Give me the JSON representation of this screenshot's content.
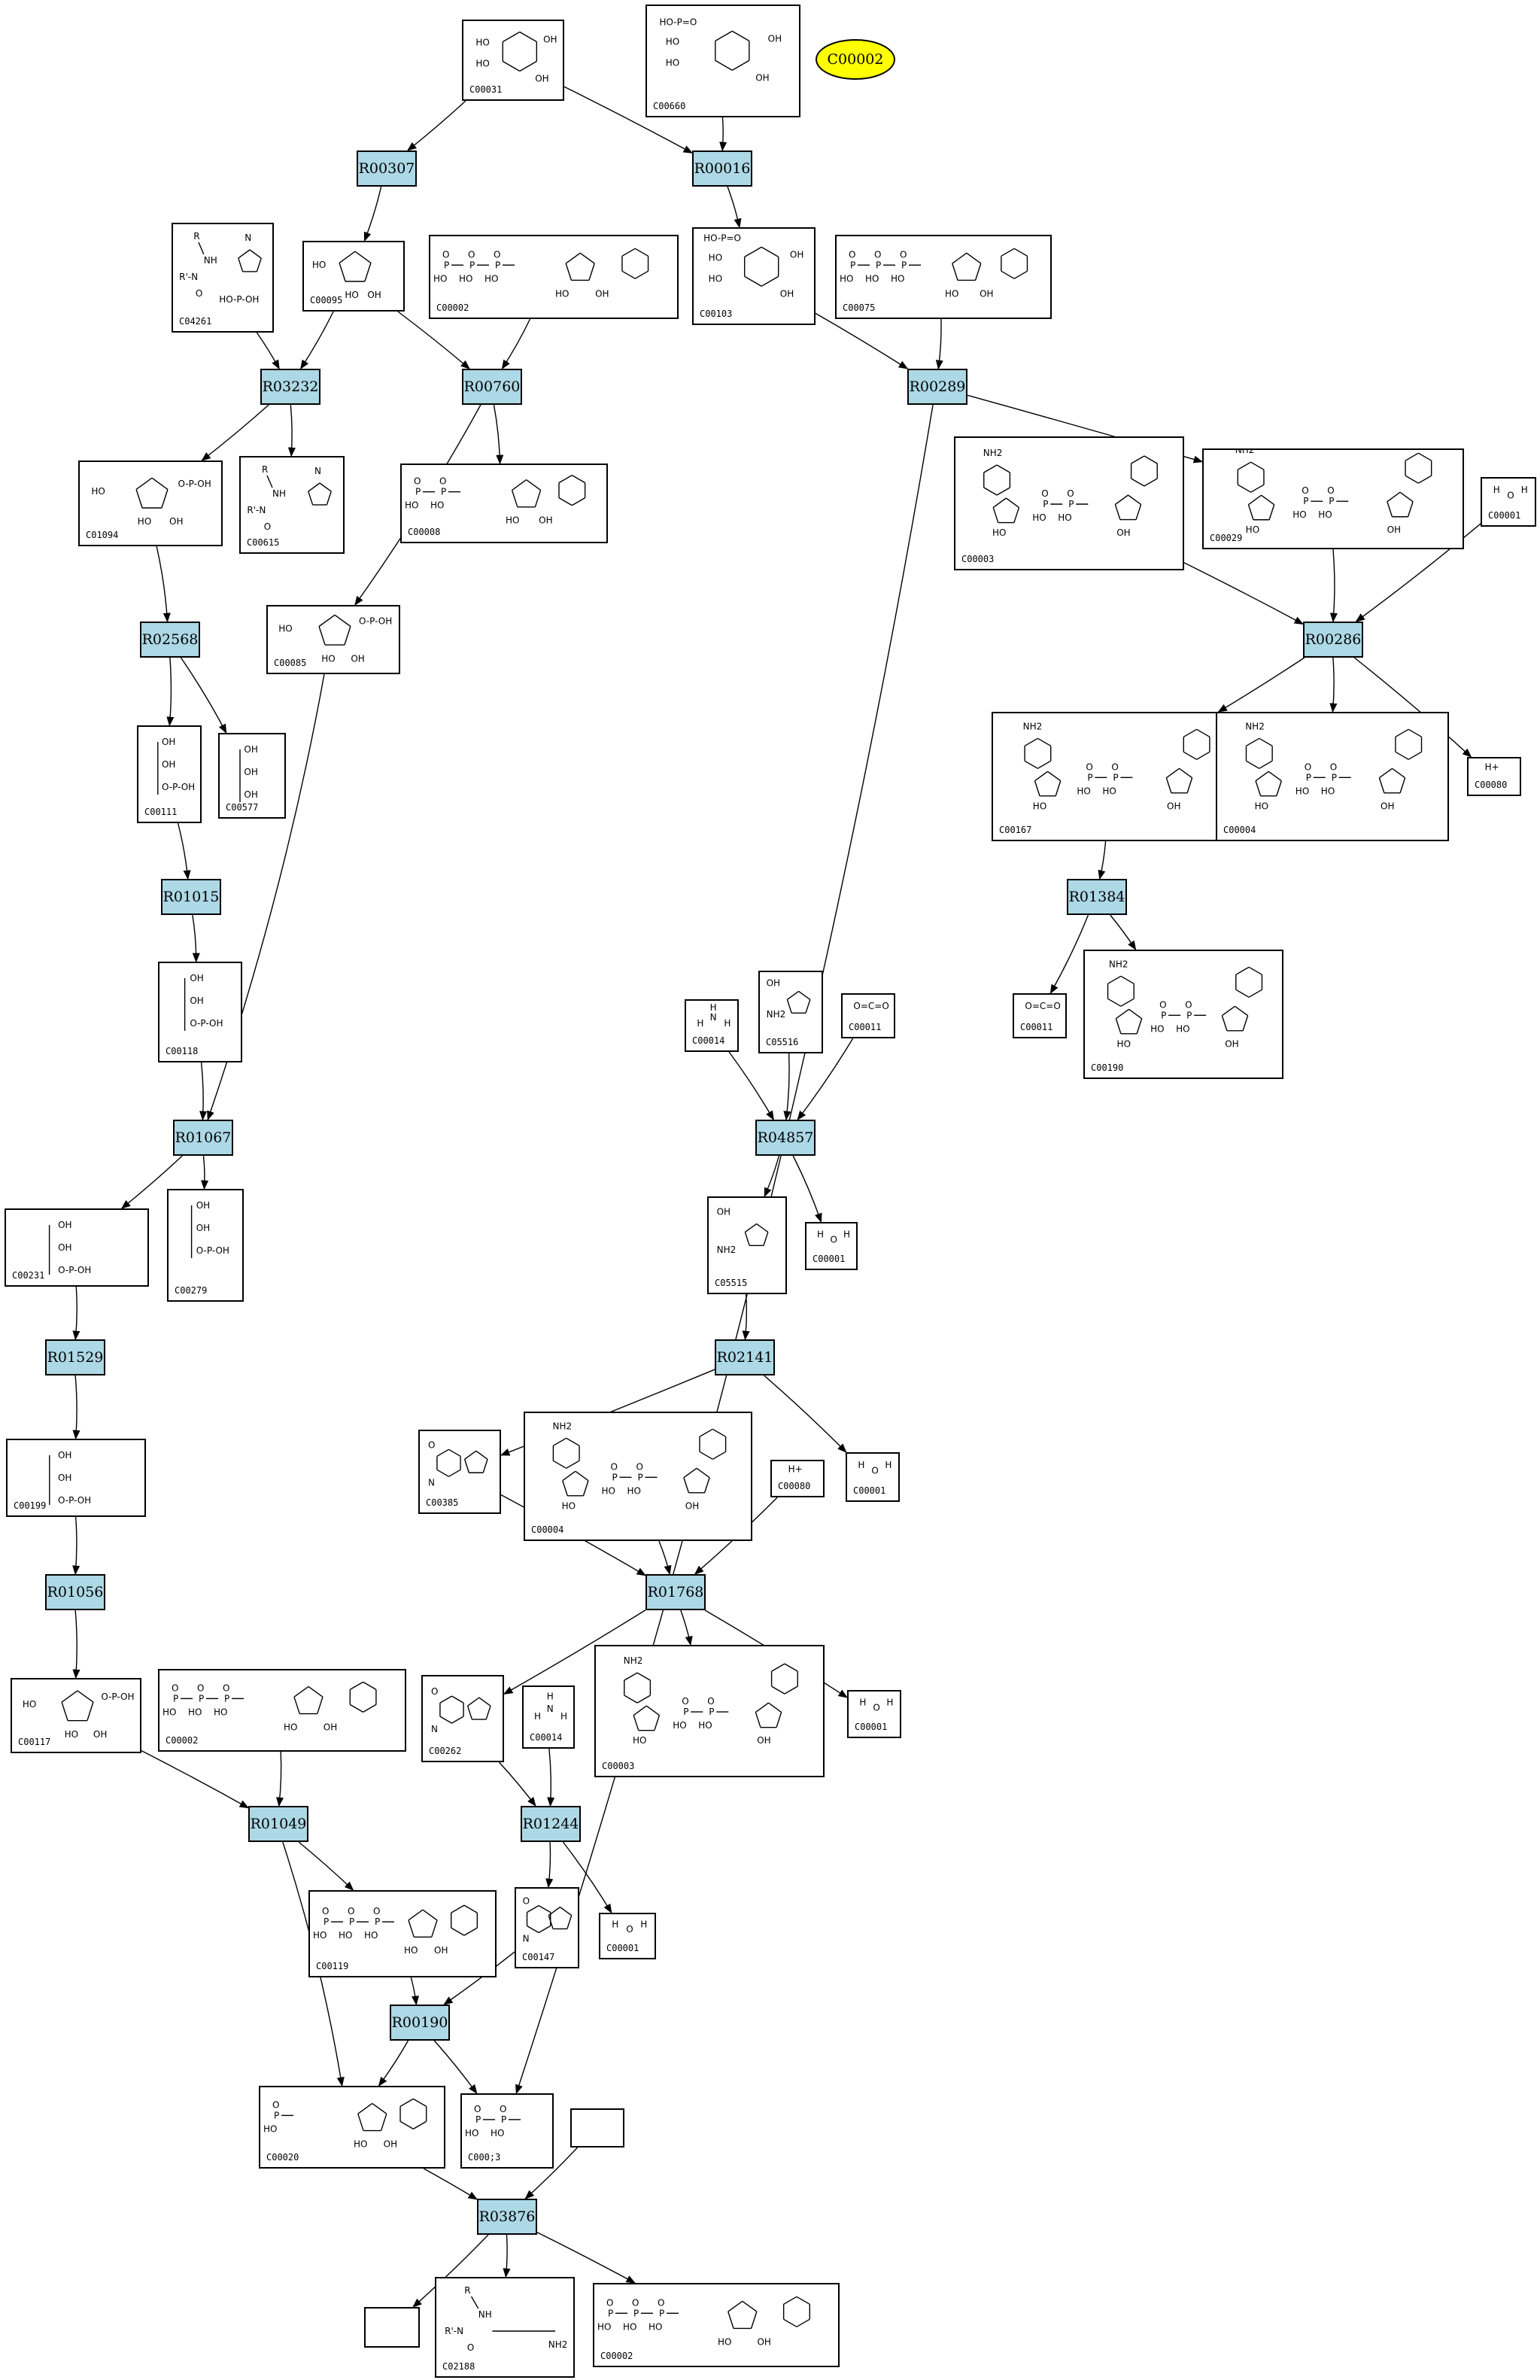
{
  "target_node": {
    "label": "C00002",
    "fill": "#ffff00"
  },
  "reaction_fill": "#add8e6",
  "reactions": [
    {
      "id": "R00307",
      "label": "R00307"
    },
    {
      "id": "R00016",
      "label": "R00016"
    },
    {
      "id": "R03232",
      "label": "R03232"
    },
    {
      "id": "R00760",
      "label": "R00760"
    },
    {
      "id": "R00289",
      "label": "R00289"
    },
    {
      "id": "R02568",
      "label": "R02568"
    },
    {
      "id": "R00286",
      "label": "R00286"
    },
    {
      "id": "R01015",
      "label": "R01015"
    },
    {
      "id": "R01384",
      "label": "R01384"
    },
    {
      "id": "R01067",
      "label": "R01067"
    },
    {
      "id": "R04857",
      "label": "R04857"
    },
    {
      "id": "R01529",
      "label": "R01529"
    },
    {
      "id": "R02141",
      "label": "R02141"
    },
    {
      "id": "R01768",
      "label": "R01768"
    },
    {
      "id": "R01056",
      "label": "R01056"
    },
    {
      "id": "R01049",
      "label": "R01049"
    },
    {
      "id": "R01244",
      "label": "R01244"
    },
    {
      "id": "R00190",
      "label": "R00190"
    },
    {
      "id": "R03876",
      "label": "R03876"
    }
  ],
  "compounds": [
    {
      "id": "n-c00031",
      "label": "C00031",
      "mol": "hexose"
    },
    {
      "id": "n-c00660",
      "label": "C00660",
      "mol": "hexose-p"
    },
    {
      "id": "n-c04261",
      "label": "C04261",
      "mol": "histidine-p"
    },
    {
      "id": "n-c00095",
      "label": "C00095",
      "mol": "furanose"
    },
    {
      "id": "n-c00002a",
      "label": "C00002",
      "mol": "atp"
    },
    {
      "id": "n-c00103",
      "label": "C00103",
      "mol": "hexose-p"
    },
    {
      "id": "n-c00075",
      "label": "C00075",
      "mol": "utp"
    },
    {
      "id": "n-c01094",
      "label": "C01094",
      "mol": "furanose-p"
    },
    {
      "id": "n-c00615",
      "label": "C00615",
      "mol": "histidine"
    },
    {
      "id": "n-c00008",
      "label": "C00008",
      "mol": "adp"
    },
    {
      "id": "n-c00003a",
      "label": "C00003",
      "mol": "nad"
    },
    {
      "id": "n-c00029",
      "label": "C00029",
      "mol": "udpglc"
    },
    {
      "id": "n-c00001a",
      "label": "C00001",
      "mol": "water"
    },
    {
      "id": "n-c00085",
      "label": "C00085",
      "mol": "furanose-p"
    },
    {
      "id": "n-c00111",
      "label": "C00111",
      "mol": "triose-p"
    },
    {
      "id": "n-c00577",
      "label": "C00577",
      "mol": "triose"
    },
    {
      "id": "n-c00167",
      "label": "C00167",
      "mol": "udpglcA"
    },
    {
      "id": "n-c00004a",
      "label": "C00004",
      "mol": "nadh"
    },
    {
      "id": "n-c00080a",
      "label": "C00080",
      "mol": "hplus"
    },
    {
      "id": "n-c00118",
      "label": "C00118",
      "mol": "triose-p"
    },
    {
      "id": "n-c00014a",
      "label": "C00014",
      "mol": "ammonia"
    },
    {
      "id": "n-c05516",
      "label": "C05516",
      "mol": "imidazole"
    },
    {
      "id": "n-c00011a",
      "label": "C00011",
      "mol": "co2"
    },
    {
      "id": "n-c00011b",
      "label": "C00011",
      "mol": "co2"
    },
    {
      "id": "n-c00190",
      "label": "C00190",
      "mol": "udpxyl"
    },
    {
      "id": "n-c00231",
      "label": "C00231",
      "mol": "pentulose-p"
    },
    {
      "id": "n-c00279",
      "label": "C00279",
      "mol": "tetrose-p"
    },
    {
      "id": "n-c05515",
      "label": "C05515",
      "mol": "imidazole"
    },
    {
      "id": "n-c00001b",
      "label": "C00001",
      "mol": "water"
    },
    {
      "id": "n-c00199",
      "label": "C00199",
      "mol": "pentulose-p"
    },
    {
      "id": "n-c00385",
      "label": "C00385",
      "mol": "purine"
    },
    {
      "id": "n-c00004b",
      "label": "C00004",
      "mol": "nadh"
    },
    {
      "id": "n-c00080b",
      "label": "C00080",
      "mol": "hplus"
    },
    {
      "id": "n-c00001c",
      "label": "C00001",
      "mol": "water"
    },
    {
      "id": "n-c00117",
      "label": "C00117",
      "mol": "furanose-p"
    },
    {
      "id": "n-c00002b",
      "label": "C00002",
      "mol": "atp"
    },
    {
      "id": "n-c00262",
      "label": "C00262",
      "mol": "purine"
    },
    {
      "id": "n-c00014b",
      "label": "C00014",
      "mol": "ammonia"
    },
    {
      "id": "n-c00003b",
      "label": "C00003",
      "mol": "nad"
    },
    {
      "id": "n-c00001d",
      "label": "C00001",
      "mol": "water"
    },
    {
      "id": "n-c00119",
      "label": "C00119",
      "mol": "prpp"
    },
    {
      "id": "n-c00147",
      "label": "C00147",
      "mol": "purine"
    },
    {
      "id": "n-c00001e",
      "label": "C00001",
      "mol": "water"
    },
    {
      "id": "n-c00020",
      "label": "C00020",
      "mol": "amp"
    },
    {
      "id": "n-c00013",
      "label": "C000;3",
      "mol": "ppi"
    },
    {
      "id": "n-empty1",
      "label": "",
      "mol": "none"
    },
    {
      "id": "n-empty2",
      "label": "",
      "mol": "none"
    },
    {
      "id": "n-c02188",
      "label": "C02188",
      "mol": "lysine"
    },
    {
      "id": "n-c00002c",
      "label": "C00002",
      "mol": "atp"
    }
  ],
  "edges": [
    [
      "n-c00031",
      "R00307"
    ],
    [
      "n-c00031",
      "R00016"
    ],
    [
      "n-c00660",
      "R00016"
    ],
    [
      "R00307",
      "n-c00095"
    ],
    [
      "R00016",
      "n-c00103"
    ],
    [
      "n-c04261",
      "R03232"
    ],
    [
      "n-c00095",
      "R03232"
    ],
    [
      "n-c00095",
      "R00760"
    ],
    [
      "n-c00002a",
      "R00760"
    ],
    [
      "n-c00103",
      "R00289"
    ],
    [
      "n-c00075",
      "R00289"
    ],
    [
      "R03232",
      "n-c01094"
    ],
    [
      "R03232",
      "n-c00615"
    ],
    [
      "R00760",
      "n-c00008"
    ],
    [
      "R00760",
      "n-c00085"
    ],
    [
      "R00289",
      "n-c00029"
    ],
    [
      "R00289",
      "n-c00013"
    ],
    [
      "n-c01094",
      "R02568"
    ],
    [
      "n-c00003a",
      "R00286"
    ],
    [
      "n-c00029",
      "R00286"
    ],
    [
      "n-c00001a",
      "R00286"
    ],
    [
      "R02568",
      "n-c00111"
    ],
    [
      "R02568",
      "n-c00577"
    ],
    [
      "R00286",
      "n-c00167"
    ],
    [
      "R00286",
      "n-c00004a"
    ],
    [
      "R00286",
      "n-c00080a"
    ],
    [
      "n-c00111",
      "R01015"
    ],
    [
      "R01015",
      "n-c00118"
    ],
    [
      "n-c00167",
      "R01384"
    ],
    [
      "R01384",
      "n-c00011b"
    ],
    [
      "R01384",
      "n-c00190"
    ],
    [
      "n-c00118",
      "R01067"
    ],
    [
      "n-c00085",
      "R01067"
    ],
    [
      "n-c00014a",
      "R04857"
    ],
    [
      "n-c05516",
      "R04857"
    ],
    [
      "n-c00011a",
      "R04857"
    ],
    [
      "R01067",
      "n-c00231"
    ],
    [
      "R01067",
      "n-c00279"
    ],
    [
      "R04857",
      "n-c05515"
    ],
    [
      "R04857",
      "n-c00001b"
    ],
    [
      "n-c00231",
      "R01529"
    ],
    [
      "n-c05515",
      "R02141"
    ],
    [
      "R01529",
      "n-c00199"
    ],
    [
      "R02141",
      "n-c00385"
    ],
    [
      "R02141",
      "n-c00001c"
    ],
    [
      "n-c00385",
      "R01768"
    ],
    [
      "n-c00004b",
      "R01768"
    ],
    [
      "n-c00080b",
      "R01768"
    ],
    [
      "n-c00199",
      "R01056"
    ],
    [
      "R01768",
      "n-c00262"
    ],
    [
      "R01768",
      "n-c00003b"
    ],
    [
      "R01768",
      "n-c00001d"
    ],
    [
      "R01056",
      "n-c00117"
    ],
    [
      "n-c00117",
      "R01049"
    ],
    [
      "n-c00002b",
      "R01049"
    ],
    [
      "n-c00262",
      "R01244"
    ],
    [
      "n-c00014b",
      "R01244"
    ],
    [
      "R01049",
      "n-c00119"
    ],
    [
      "R01049",
      "n-c00020"
    ],
    [
      "R01244",
      "n-c00147"
    ],
    [
      "R01244",
      "n-c00001e"
    ],
    [
      "n-c00119",
      "R00190"
    ],
    [
      "n-c00147",
      "R00190"
    ],
    [
      "R00190",
      "n-c00020"
    ],
    [
      "R00190",
      "n-c00013"
    ],
    [
      "n-c00020",
      "R03876"
    ],
    [
      "n-empty1",
      "R03876"
    ],
    [
      "R03876",
      "n-empty2"
    ],
    [
      "R03876",
      "n-c02188"
    ],
    [
      "R03876",
      "n-c00002c"
    ]
  ]
}
